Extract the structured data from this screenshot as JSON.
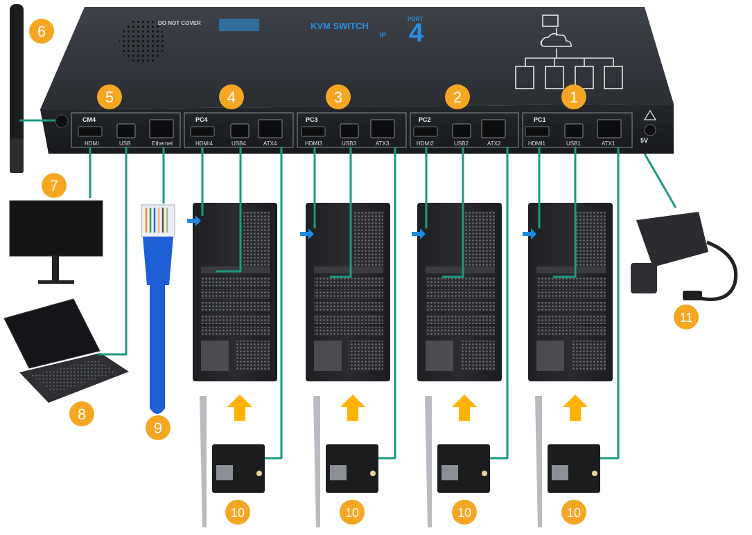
{
  "device": {
    "brand_number": "4",
    "brand_port": "PORT",
    "brand_line1": "IP",
    "brand_line2": "KVM SWITCH",
    "do_not_cover": "DO NOT COVER"
  },
  "groups": [
    {
      "title": "CM4",
      "ports": [
        "HDMI",
        "USB",
        "Ethernet"
      ],
      "badge": "5"
    },
    {
      "title": "PC4",
      "ports": [
        "HDMI4",
        "USB4",
        "ATX4"
      ],
      "badge": "4"
    },
    {
      "title": "PC3",
      "ports": [
        "HDMI3",
        "USB3",
        "ATX3"
      ],
      "badge": "3"
    },
    {
      "title": "PC2",
      "ports": [
        "HDMI2",
        "USB2",
        "ATX2"
      ],
      "badge": "2"
    },
    {
      "title": "PC1",
      "ports": [
        "HDMI1",
        "USB1",
        "ATX1"
      ],
      "badge": "1"
    }
  ],
  "power_label": "5V",
  "badges": {
    "antenna": "6",
    "monitor": "7",
    "laptop": "8",
    "ethernet_cable": "9",
    "atx_card": "10",
    "power_adapter": "11"
  },
  "colors": {
    "badge": "#f5a623",
    "wire": "#1a9a80",
    "device": "#2b2e33",
    "arrow": "#ffb300",
    "cable": "#1f5fd6"
  }
}
